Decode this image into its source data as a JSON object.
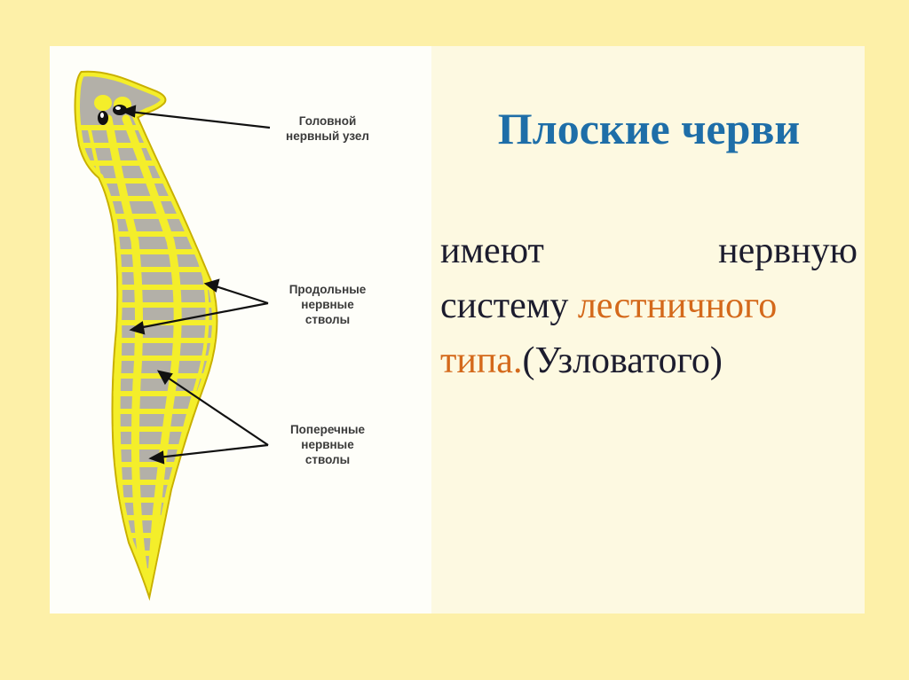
{
  "slide": {
    "title": "Плоские черви",
    "body": {
      "part1": "имеют нервную",
      "part2": "систему",
      "part3_accent": "лестничного",
      "part4_accent": "типа.",
      "part5": "(Узловатого)"
    }
  },
  "diagram": {
    "labels": {
      "head_ganglion": "Головной\nнервный узел",
      "longitudinal_trunks": "Продольные\nнервные\nстволы",
      "transverse_trunks": "Поперечные\nнервные\nстволы"
    },
    "colors": {
      "body_fill": "#b3b0a8",
      "nerve": "#f4ee2a",
      "outline": "#c9b000",
      "arrow": "#111111",
      "title": "#1e6ea8",
      "accent": "#d4691b",
      "background": "#fdf0a8"
    }
  }
}
